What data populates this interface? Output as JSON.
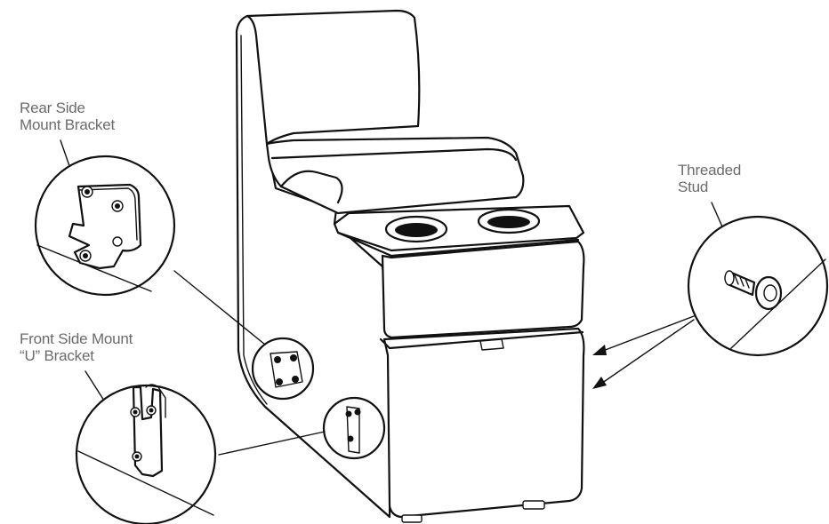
{
  "callouts": {
    "rear_bracket": {
      "line1": "Rear Side",
      "line2": "Mount Bracket"
    },
    "front_bracket": {
      "line1": "Front Side Mount",
      "line2": "“U” Bracket"
    },
    "threaded_stud": {
      "line1": "Threaded",
      "line2": "Stud"
    }
  },
  "colors": {
    "line": "#111111",
    "label": "#6b6b6b",
    "background": "#ffffff"
  }
}
